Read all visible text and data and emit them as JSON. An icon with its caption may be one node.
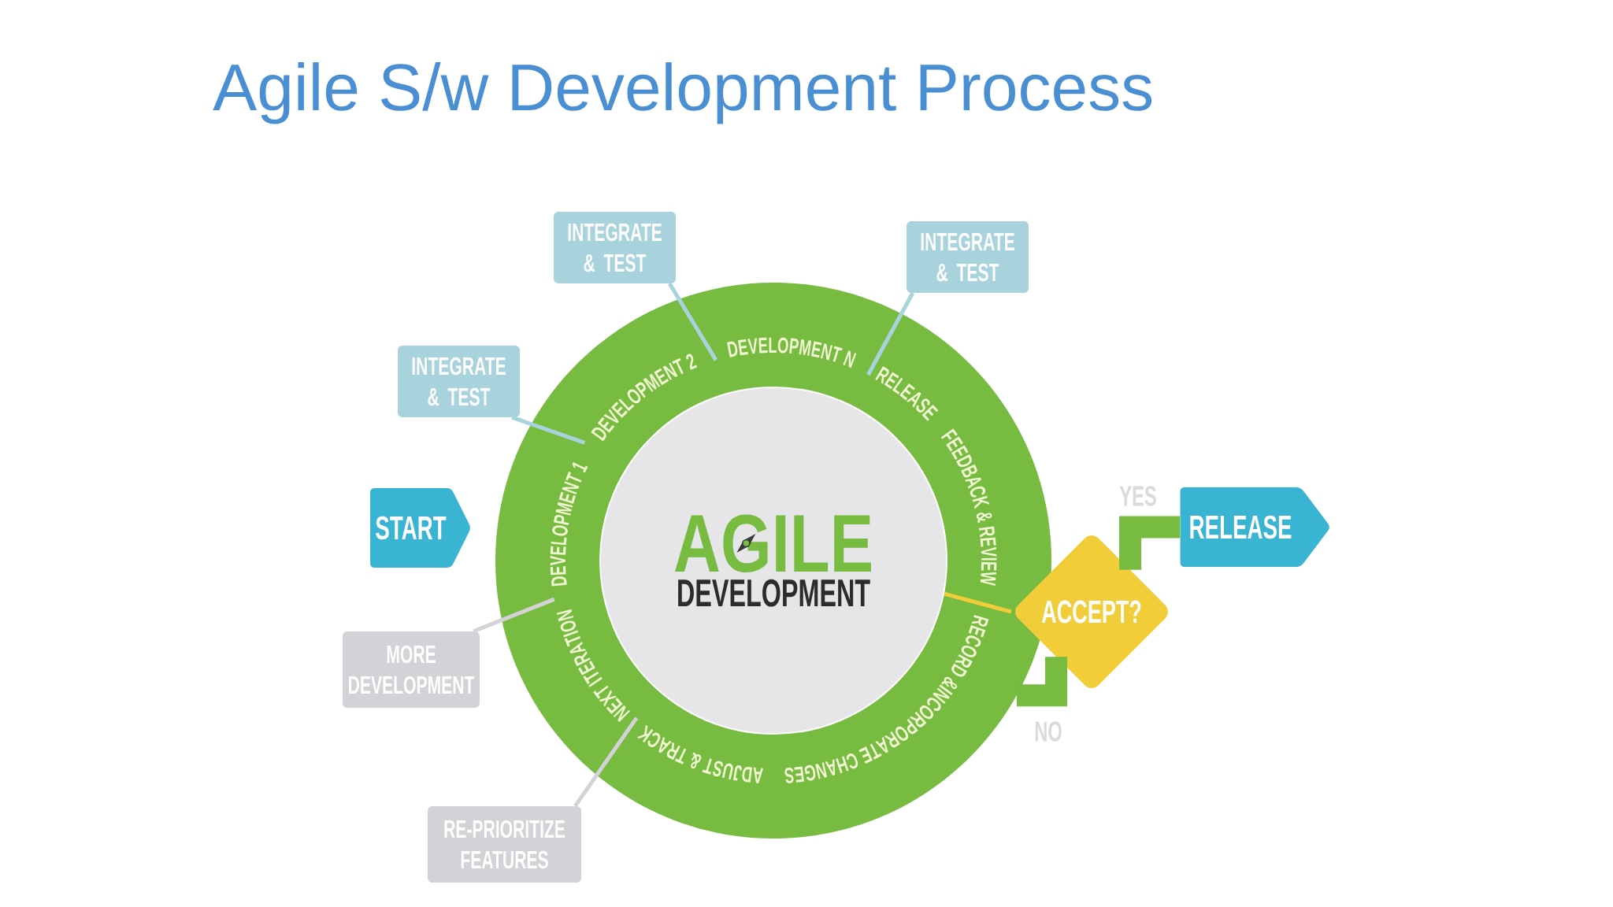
{
  "diagram": {
    "title": "Agile S/w Development Process",
    "nodes": [
      {
        "text": [
          "INTEGRATE & TEST"
        ]
      },
      {
        "text": [
          "INTEGRATE & TEST"
        ]
      },
      {
        "text": [
          "DEVELOPMENT 1",
          "DEVELOPMENT 2",
          "DEVELOPMENT N",
          "RELEASE",
          "FEEDBACK & REVIEW",
          "RECORD &INCORPORATE CHANGES",
          "ADJUST & TRACK",
          "NEXT ITERATION"
        ]
      },
      {
        "text": [
          "AGILE",
          "DEVELOPMENT"
        ],
        "in": 2
      },
      {
        "text": [
          "INTEGRATE & TEST"
        ]
      },
      {
        "text": [
          "START"
        ]
      },
      {
        "text": [
          "RELEASE"
        ]
      },
      {
        "text": [
          "ACCEPT?"
        ]
      },
      {
        "text": [
          "MORE DEVELOPMENT"
        ]
      },
      {
        "text": [
          "RE-PRIORITIZE FEATURES"
        ]
      }
    ],
    "edges": [
      {
        "from": 0,
        "to": 2,
        "arrow": "none"
      },
      {
        "from": 1,
        "to": 2,
        "arrow": "none"
      },
      {
        "from": 4,
        "to": 2,
        "arrow": "none"
      },
      {
        "from": 8,
        "to": 2,
        "arrow": "none",
        "color": "#d3d3d7"
      },
      {
        "from": 9,
        "to": 2,
        "arrow": "none",
        "color": "#d3d3d7"
      },
      {
        "from": 3,
        "to": 7,
        "arrow": "none",
        "color": "#f2cd3a"
      },
      {
        "from": 7,
        "to": 6,
        "arrow": "none",
        "label": "YES",
        "style": "thick",
        "color": "#77bb41"
      },
      {
        "from": 7,
        "to": 2,
        "arrow": "none",
        "label": "NO",
        "style": "thick",
        "color": "#77bb41"
      }
    ]
  }
}
